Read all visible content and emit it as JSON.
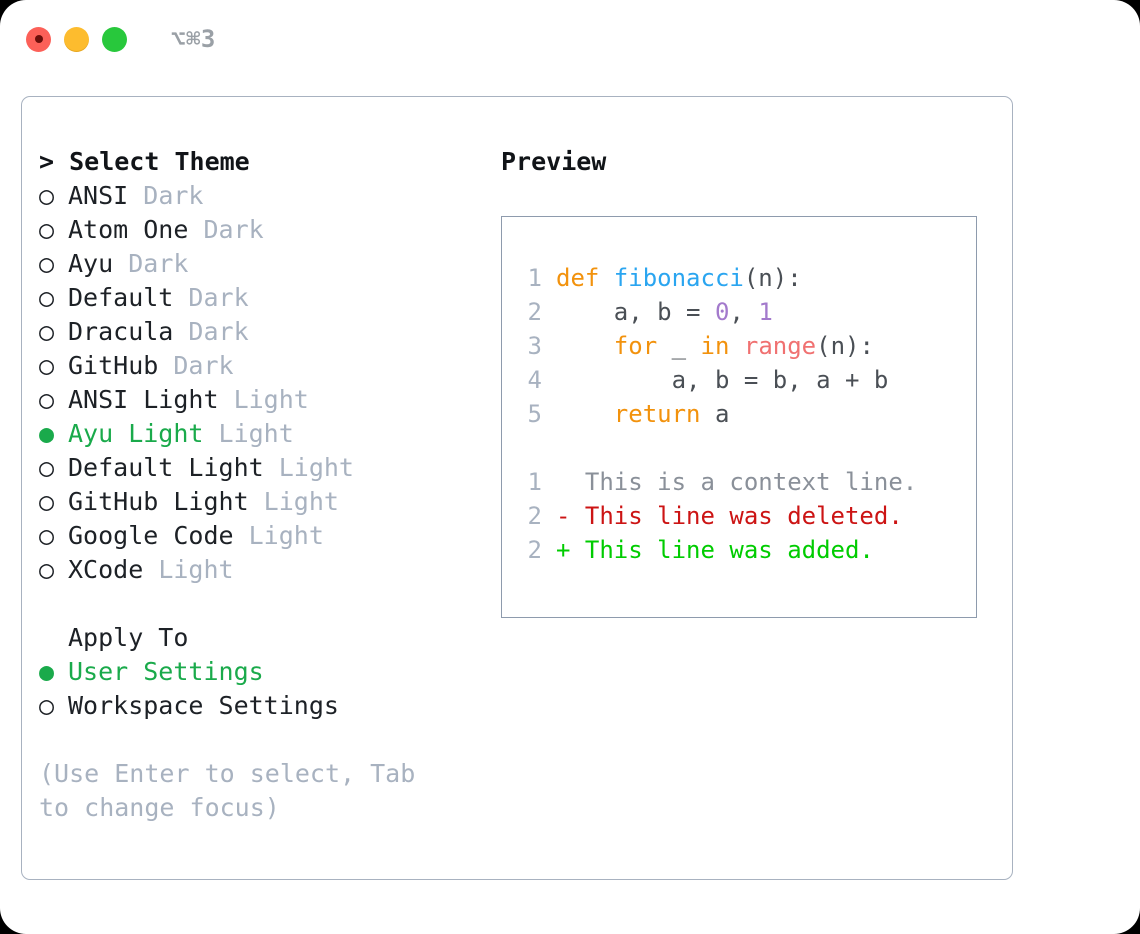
{
  "titlebar": {
    "shortcut": "⌥⌘3",
    "buttons": [
      {
        "name": "close",
        "color": "#fc6058"
      },
      {
        "name": "minimize",
        "color": "#fdbc2e"
      },
      {
        "name": "maximize",
        "color": "#28c83c"
      }
    ]
  },
  "theme_picker": {
    "header": "> Select Theme",
    "marker_selected": "●",
    "marker_unselected": "○",
    "items": [
      {
        "label": "ANSI",
        "tag": "Dark",
        "selected": false
      },
      {
        "label": "Atom One",
        "tag": "Dark",
        "selected": false
      },
      {
        "label": "Ayu",
        "tag": "Dark",
        "selected": false
      },
      {
        "label": "Default",
        "tag": "Dark",
        "selected": false
      },
      {
        "label": "Dracula",
        "tag": "Dark",
        "selected": false
      },
      {
        "label": "GitHub",
        "tag": "Dark",
        "selected": false
      },
      {
        "label": "ANSI Light",
        "tag": "Light",
        "selected": false
      },
      {
        "label": "Ayu Light",
        "tag": "Light",
        "selected": true
      },
      {
        "label": "Default Light",
        "tag": "Light",
        "selected": false
      },
      {
        "label": "GitHub Light",
        "tag": "Light",
        "selected": false
      },
      {
        "label": "Google Code",
        "tag": "Light",
        "selected": false
      },
      {
        "label": "XCode",
        "tag": "Light",
        "selected": false
      }
    ]
  },
  "apply_to": {
    "header": "Apply To",
    "items": [
      {
        "label": "User Settings",
        "selected": true
      },
      {
        "label": "Workspace Settings",
        "selected": false
      }
    ]
  },
  "hint": "(Use Enter to select, Tab to change focus)",
  "preview": {
    "header": "Preview",
    "code_lines": [
      {
        "no": "1",
        "tokens": [
          {
            "t": "def ",
            "c": "kw"
          },
          {
            "t": "fibonacci",
            "c": "fn"
          },
          {
            "t": "(n):",
            "c": "pl"
          }
        ]
      },
      {
        "no": "2",
        "tokens": [
          {
            "t": "    a, b = ",
            "c": "pl"
          },
          {
            "t": "0",
            "c": "num"
          },
          {
            "t": ", ",
            "c": "pl"
          },
          {
            "t": "1",
            "c": "num"
          }
        ]
      },
      {
        "no": "3",
        "tokens": [
          {
            "t": "    ",
            "c": "pl"
          },
          {
            "t": "for",
            "c": "kw"
          },
          {
            "t": " _ ",
            "c": "pl"
          },
          {
            "t": "in",
            "c": "kw"
          },
          {
            "t": " ",
            "c": "pl"
          },
          {
            "t": "range",
            "c": "bi"
          },
          {
            "t": "(n):",
            "c": "pl"
          }
        ]
      },
      {
        "no": "4",
        "tokens": [
          {
            "t": "        a, b = b, a + b",
            "c": "pl"
          }
        ]
      },
      {
        "no": "5",
        "tokens": [
          {
            "t": "    ",
            "c": "pl"
          },
          {
            "t": "return",
            "c": "kw"
          },
          {
            "t": " a",
            "c": "pl"
          }
        ]
      }
    ],
    "diff_lines": [
      {
        "no": "1",
        "sign": "  ",
        "text": "This is a context line.",
        "kind": "ctx"
      },
      {
        "no": "2",
        "sign": "- ",
        "text": "This line was deleted.",
        "kind": "del"
      },
      {
        "no": "2",
        "sign": "+ ",
        "text": "This line was added.",
        "kind": "add"
      }
    ]
  },
  "colors": {
    "selection_green": "#1aaa4b",
    "muted": "#a8b2c0",
    "keyword_orange": "#f2920d",
    "function_blue": "#2aa5f0",
    "number_purple": "#a37acc",
    "builtin_salmon": "#f07171",
    "diff_red": "#cc1414",
    "diff_green": "#00cc00"
  }
}
